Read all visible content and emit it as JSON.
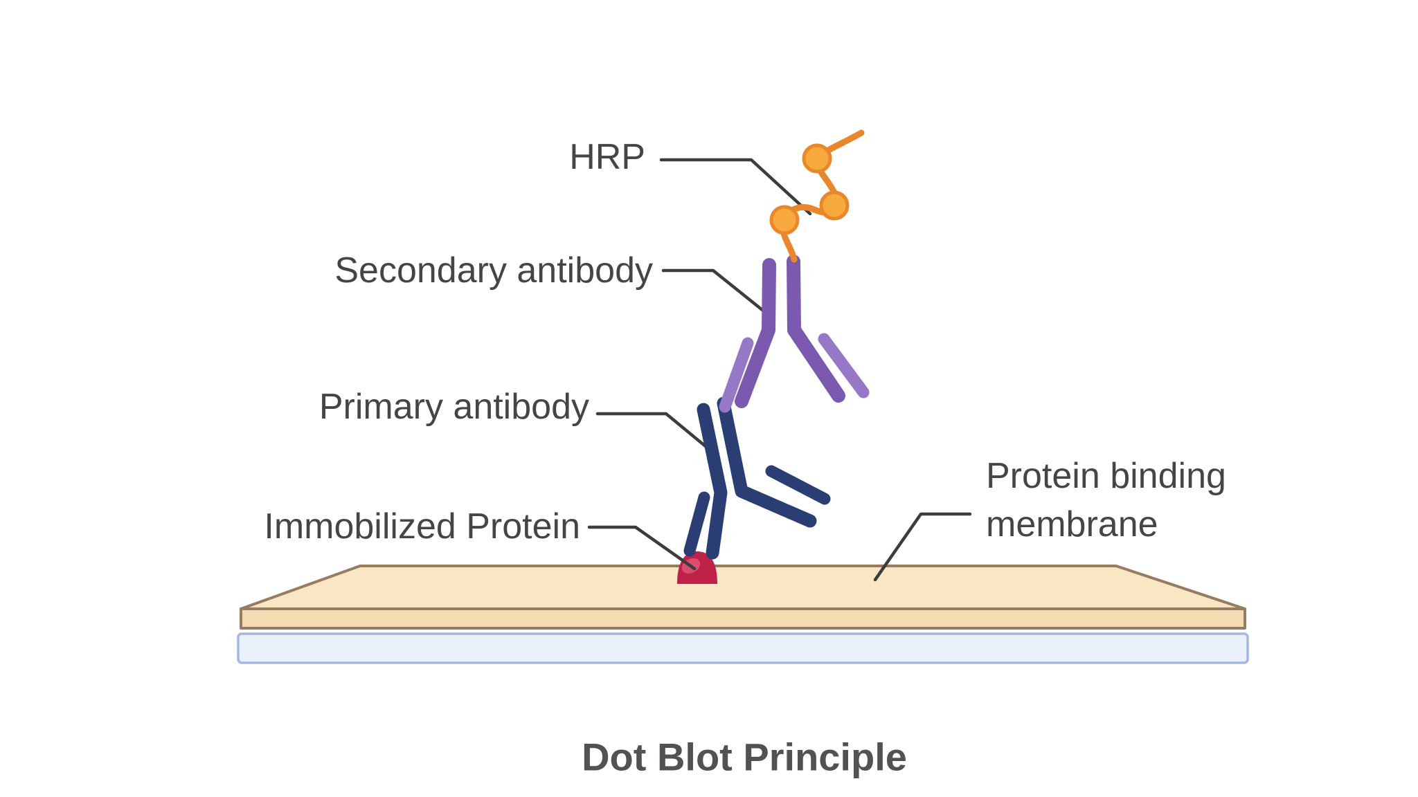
{
  "figure": {
    "title": "Dot Blot Principle",
    "labels": {
      "hrp": "HRP",
      "secondary_antibody": "Secondary antibody",
      "primary_antibody": "Primary antibody",
      "immobilized_protein": "Immobilized Protein",
      "membrane_line1": "Protein binding",
      "membrane_line2": "membrane"
    },
    "colors": {
      "background": "#ffffff",
      "label_text": "#454545",
      "title_text": "#515254",
      "leader_line": "#3c3c3c",
      "primary_antibody": "#2b3e74",
      "secondary_antibody_heavy": "#7a59ae",
      "secondary_antibody_light": "#9678c6",
      "hrp_strand": "#e8872b",
      "hrp_bead_fill": "#f8a93e",
      "protein_dot": "#bf2148",
      "protein_dot_highlight": "#d94e6f",
      "membrane_top": "#f9e6c4",
      "membrane_front": "#f4dcb2",
      "membrane_outline": "#997b62",
      "slide_fill": "#eaf0fa",
      "slide_outline": "#a3b8e0"
    }
  }
}
